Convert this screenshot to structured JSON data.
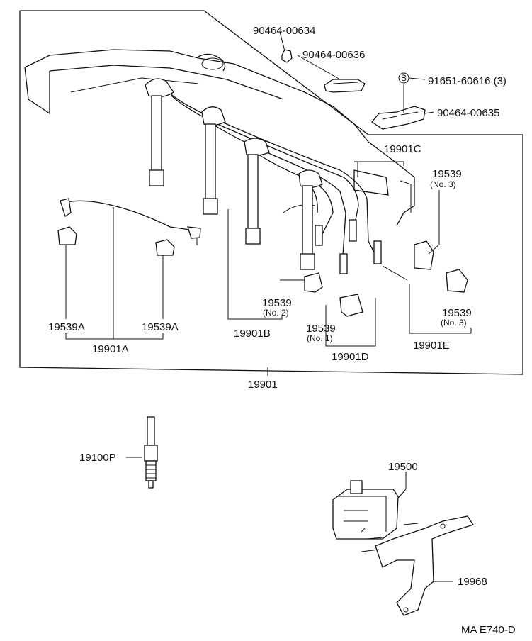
{
  "labels": {
    "p90464_00634": "90464-00634",
    "p90464_00636": "90464-00636",
    "b_circle": "B",
    "p91651": "91651-60616 (3)",
    "p90464_00635": "90464-00635",
    "p19901C": "19901C",
    "p19539_no3_top": "19539",
    "p19539_no3_top_sub": "(No. 3)",
    "p19539_no2": "19539",
    "p19539_no2_sub": "(No. 2)",
    "p19539_no1": "19539",
    "p19539_no1_sub": "(No. 1)",
    "p19539_no3_bot": "19539",
    "p19539_no3_bot_sub": "(No. 3)",
    "p19539A_left": "19539A",
    "p19539A_right": "19539A",
    "p19901A": "19901A",
    "p19901B": "19901B",
    "p19901D": "19901D",
    "p19901E": "19901E",
    "p19901": "19901",
    "p19100P": "19100P",
    "p19500": "19500",
    "p19968": "19968",
    "figure_code": "MA  E740-D"
  }
}
